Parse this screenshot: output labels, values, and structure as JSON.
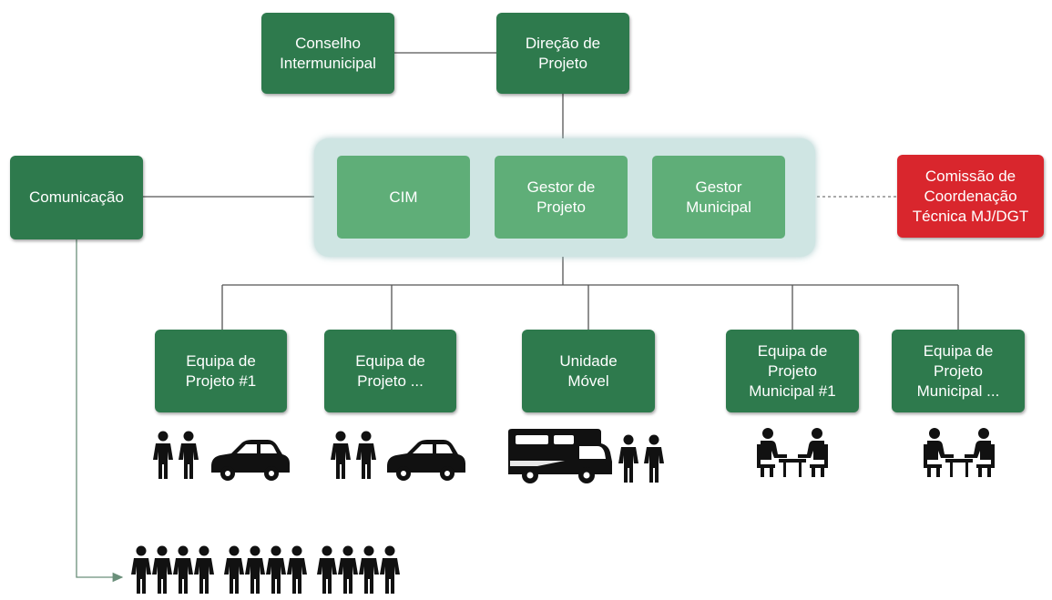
{
  "top": {
    "conselho": "Conselho\nIntermunicipal",
    "direcao": "Direção de\nProjeto"
  },
  "center": {
    "cim": "CIM",
    "gestor_projeto": "Gestor de\nProjeto",
    "gestor_municipal": "Gestor\nMunicipal"
  },
  "side": {
    "comunicacao": "Comunicação",
    "comissao": "Comissão de\nCoordenação\nTécnica MJ/DGT"
  },
  "teams": [
    {
      "label": "Equipa de\nProjeto #1",
      "icons": [
        "people-pair-icon",
        "car-icon"
      ]
    },
    {
      "label": "Equipa de\nProjeto ...",
      "icons": [
        "people-pair-icon",
        "car-icon"
      ]
    },
    {
      "label": "Unidade\nMóvel",
      "icons": [
        "camper-van-icon",
        "people-pair-icon"
      ]
    },
    {
      "label": "Equipa de\nProjeto\nMunicipal #1",
      "icons": [
        "meeting-table-icon"
      ]
    },
    {
      "label": "Equipa de\nProjeto\nMunicipal ...",
      "icons": [
        "meeting-table-icon"
      ]
    }
  ],
  "audience": {
    "icon": "crowd-icon",
    "groups": 3,
    "people_per_group": 4
  },
  "colors": {
    "dark_green": "#2e7a4d",
    "light_green": "#5fae78",
    "panel": "#cfe5e3",
    "red": "#d9262d",
    "line": "#555555"
  }
}
